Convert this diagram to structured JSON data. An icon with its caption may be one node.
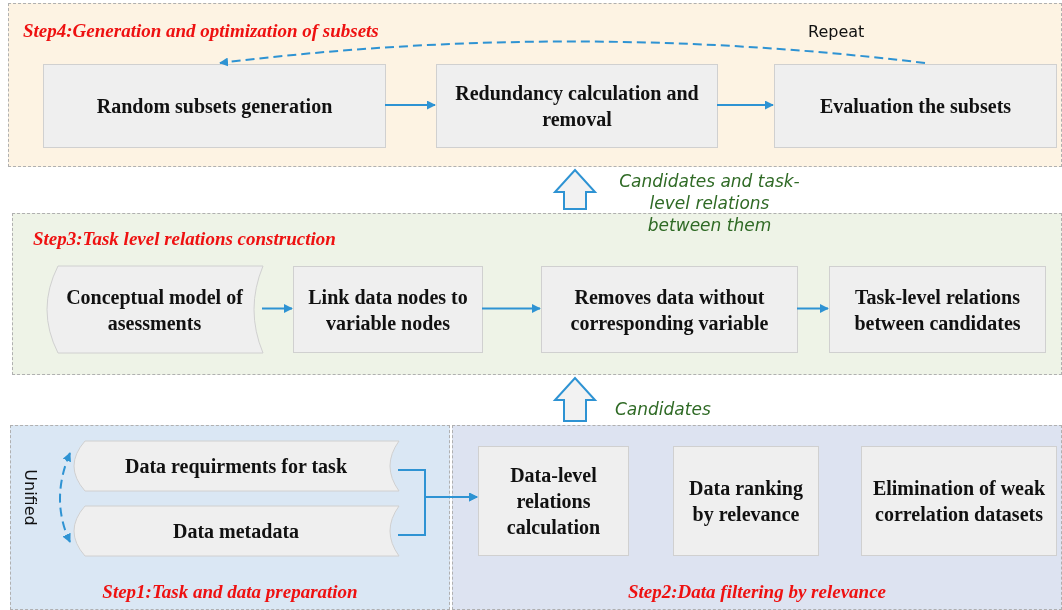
{
  "diagram": {
    "nodes": [
      {
        "text": [
          "Step4:Generation and optimization of subsets"
        ]
      },
      {
        "text": [
          "Random subsets generation"
        ],
        "in": 0
      },
      {
        "text": [
          "Redundancy calculation and removal"
        ],
        "in": 0
      },
      {
        "text": [
          "Evaluation the subsets"
        ],
        "in": 0
      },
      {
        "text": [
          "Step3:Task level relations construction"
        ]
      },
      {
        "text": [
          "Conceptual model of asessments"
        ],
        "in": 4
      },
      {
        "text": [
          "Link data nodes to variable nodes"
        ],
        "in": 4
      },
      {
        "text": [
          "Removes data without corresponding variable"
        ],
        "in": 4
      },
      {
        "text": [
          "Task-level relations between candidates"
        ],
        "in": 4
      },
      {
        "text": [
          "Step1:Task and data preparation"
        ]
      },
      {
        "text": [
          "Data requirments for task"
        ],
        "in": 9
      },
      {
        "text": [
          "Data metadata"
        ],
        "in": 9
      },
      {
        "text": [
          "Step2:Data filtering by  relevance"
        ]
      },
      {
        "text": [
          "Data-level relations calculation"
        ],
        "in": 12
      },
      {
        "text": [
          "Data ranking by relevance"
        ],
        "in": 12
      },
      {
        "text": [
          "Elimination of weak correlation datasets"
        ],
        "in": 12
      }
    ],
    "edges": [
      {
        "from": 1,
        "to": 2,
        "arrow": "to"
      },
      {
        "from": 2,
        "to": 3,
        "arrow": "to"
      },
      {
        "from": 3,
        "to": 1,
        "arrow": "to",
        "style": "dashed",
        "label": "Repeat"
      },
      {
        "from": 5,
        "to": 6,
        "arrow": "to"
      },
      {
        "from": 6,
        "to": 7,
        "arrow": "to"
      },
      {
        "from": 7,
        "to": 8,
        "arrow": "to"
      },
      {
        "from": 12,
        "to": 4,
        "arrow": "to",
        "style": "thick",
        "label": "Candidates"
      },
      {
        "from": 4,
        "to": 0,
        "arrow": "to",
        "style": "thick",
        "label": "Candidates  and task-level relations between them"
      },
      {
        "from": 10,
        "to": 13,
        "arrow": "to"
      },
      {
        "from": 11,
        "to": 13,
        "arrow": "to"
      },
      {
        "from": 10,
        "to": 11,
        "arrow": "both",
        "style": "dashed",
        "label": "Unified"
      }
    ]
  }
}
